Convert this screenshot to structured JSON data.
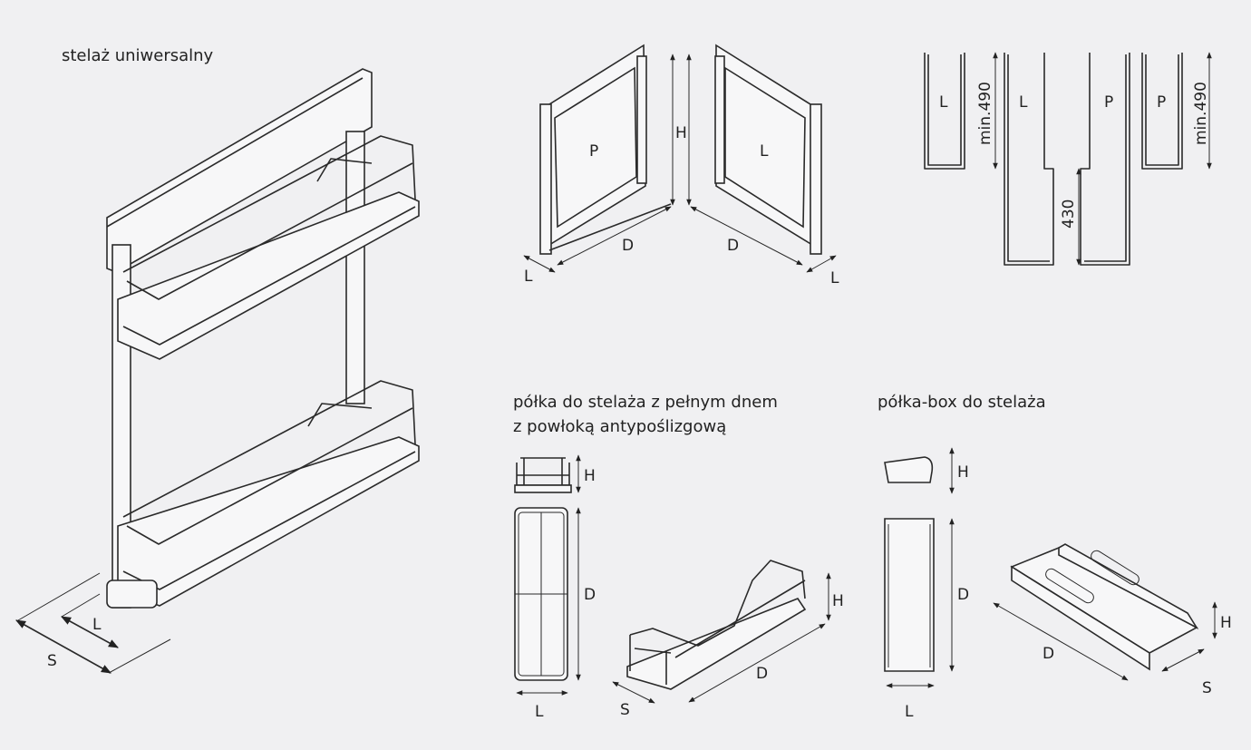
{
  "titles": {
    "rack": "stelaż uniwersalny",
    "shelf_line1": "półka do stelaża z pełnym dnem",
    "shelf_line2": "z powłoką antypoślizgową",
    "box": "półka-box do stelaża"
  },
  "rack_dims": {
    "s": "S",
    "l": "L"
  },
  "frames": {
    "left_label": "P",
    "right_label": "L",
    "h": "H",
    "d_left": "D",
    "d_right": "D",
    "l_left": "L",
    "l_right": "L"
  },
  "sections": {
    "a_label": "L",
    "a_dim": "min.490",
    "b_label": "L",
    "b_dim": "430",
    "c_label": "P",
    "d_label": "P",
    "d_dim": "min.490"
  },
  "shelf_dims": {
    "top_h": "H",
    "plan_d": "D",
    "plan_l": "L",
    "iso_h": "H",
    "iso_d": "D",
    "iso_s": "S"
  },
  "box_dims": {
    "top_h": "H",
    "plan_d": "D",
    "plan_l": "L",
    "iso_h": "H",
    "iso_d": "D",
    "iso_s": "S"
  }
}
